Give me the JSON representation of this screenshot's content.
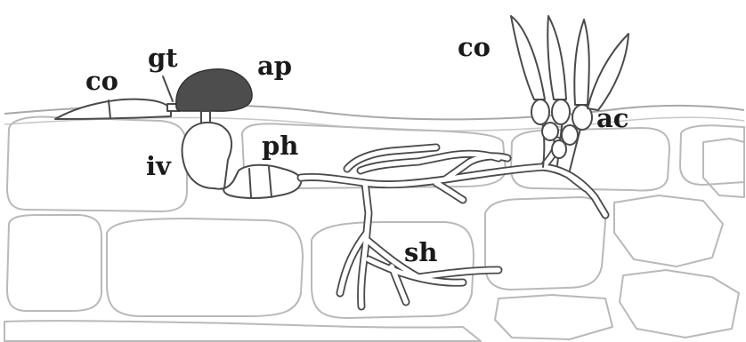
{
  "diagram": {
    "labels": {
      "co_left": "co",
      "gt": "gt",
      "ap": "ap",
      "iv": "iv",
      "ph": "ph",
      "sh": "sh",
      "co_right": "co",
      "ac": "ac"
    }
  },
  "colors": {
    "background": "#ffffff",
    "plant_cells": "#b9b9b9",
    "fungus_outline": "#4a4a4a",
    "appressorium_fill": "#4d4d4d",
    "label_text": "#1a1a1a"
  }
}
